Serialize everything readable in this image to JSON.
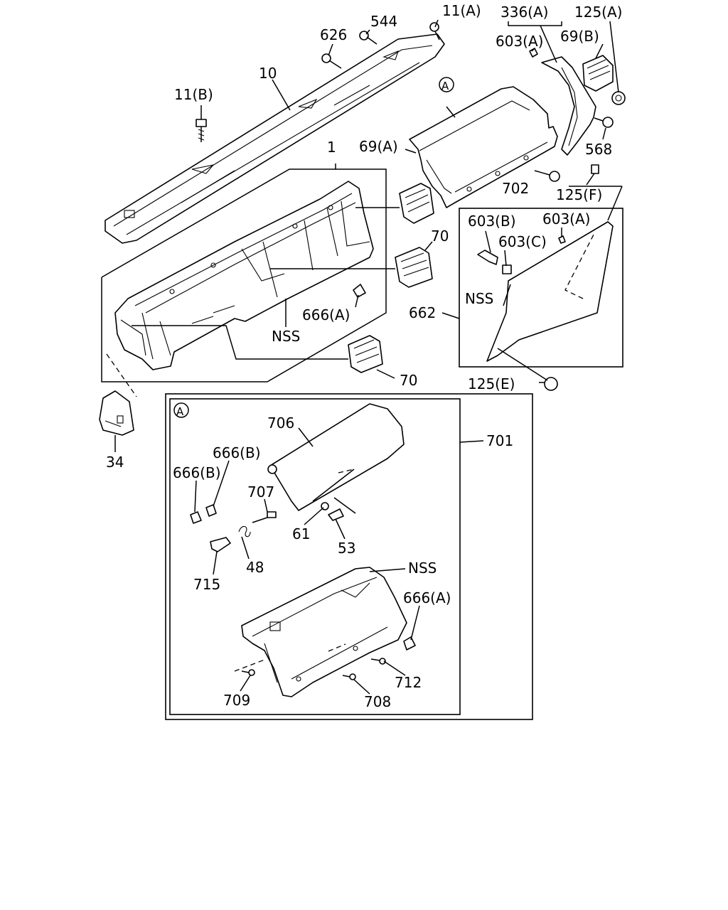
{
  "callouts": {
    "p_11a": "11(A)",
    "p_336a": "336(A)",
    "p_125a": "125(A)",
    "p_544": "544",
    "p_626": "626",
    "p_603a_top": "603(A)",
    "p_69b": "69(B)",
    "p_10": "10",
    "p_11b": "11(B)",
    "p_1": "1",
    "p_69a": "69(A)",
    "p_568": "568",
    "p_702": "702",
    "p_125f": "125(F)",
    "p_603b": "603(B)",
    "p_603a_mid": "603(A)",
    "p_603c": "603(C)",
    "p_70_upper": "70",
    "p_nss_right": "NSS",
    "p_666a_upper": "666(A)",
    "p_nss_dash": "NSS",
    "p_662": "662",
    "p_70_lower": "70",
    "p_125e": "125(E)",
    "p_34": "34",
    "p_706": "706",
    "p_701": "701",
    "p_666b_upper": "666(B)",
    "p_666b_left": "666(B)",
    "p_707": "707",
    "p_61": "61",
    "p_53": "53",
    "p_48": "48",
    "p_715": "715",
    "p_nss_box": "NSS",
    "p_666a_lower": "666(A)",
    "p_712": "712",
    "p_709": "709",
    "p_708": "708"
  },
  "view_markers": {
    "top": "A",
    "inset": "A"
  }
}
